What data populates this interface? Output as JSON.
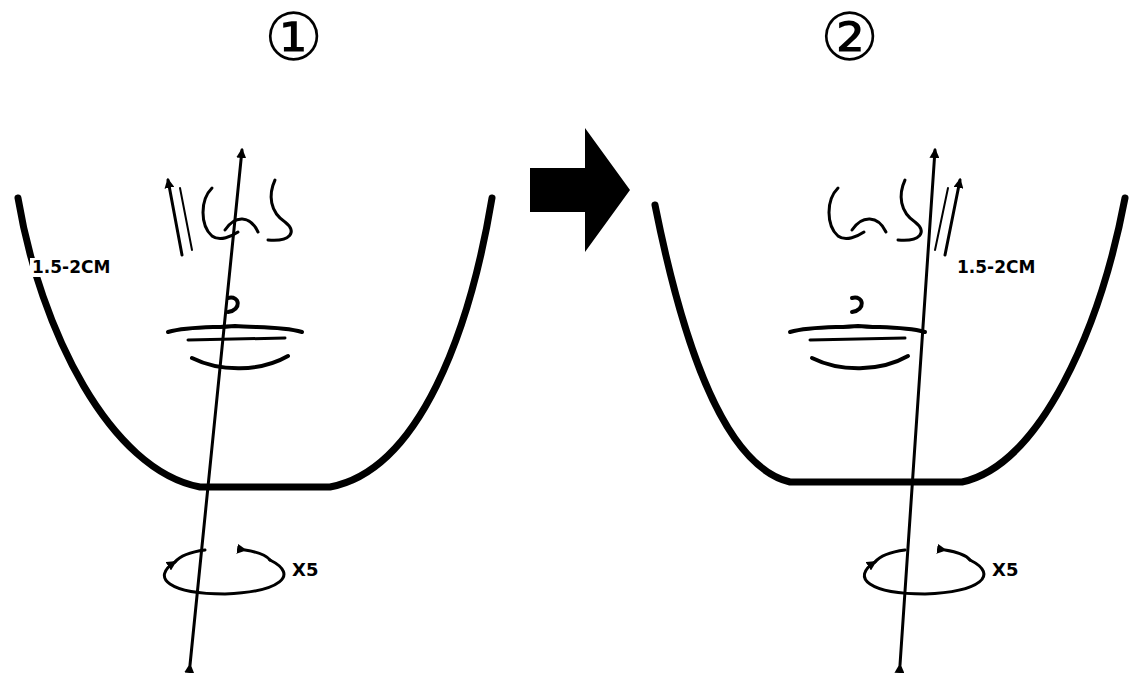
{
  "diagram": {
    "labels": [
      "①",
      "②",
      "1.5-2CM",
      "X5",
      "1.5-2CM",
      "X5"
    ]
  }
}
